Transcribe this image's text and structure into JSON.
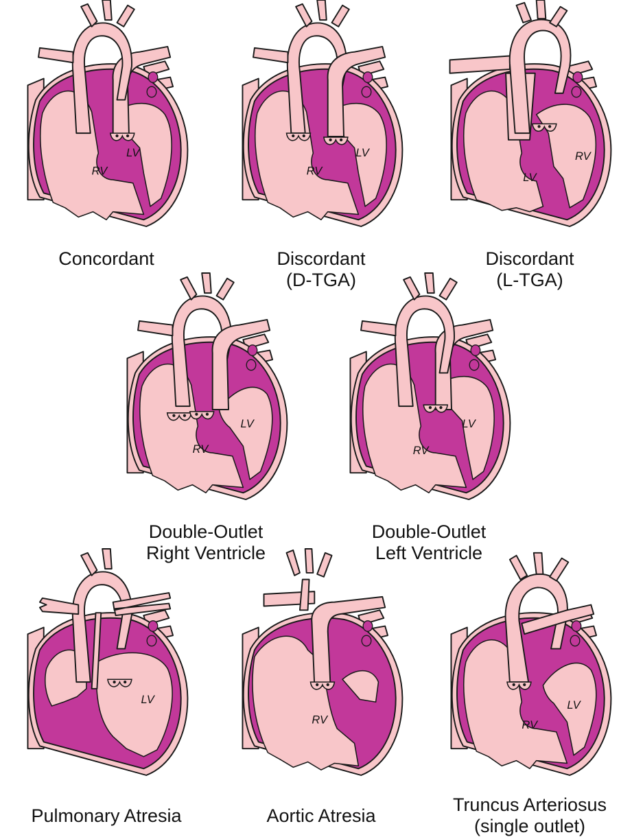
{
  "colors": {
    "wall": "#c2389a",
    "chamber": "#f8c6c9",
    "vessel": "#f8c6c9",
    "stroke": "#1a1a1a",
    "valve_hole": "#c2389a"
  },
  "panels": [
    {
      "id": "concordant",
      "variant": "concordant",
      "caption": [
        "Concordant"
      ],
      "labels": {
        "lv": "LV",
        "rv": "RV"
      }
    },
    {
      "id": "d-tga",
      "variant": "dtga",
      "caption": [
        "Discordant",
        "(D-TGA)"
      ],
      "labels": {
        "lv": "LV",
        "rv": "RV"
      }
    },
    {
      "id": "l-tga",
      "variant": "ltga",
      "caption": [
        "Discordant",
        "(L-TGA)"
      ],
      "labels": {
        "lv": "LV",
        "rv": "RV"
      }
    },
    {
      "id": "dorv",
      "variant": "dorv",
      "caption": [
        "Double-Outlet",
        "Right Ventricle"
      ],
      "labels": {
        "lv": "LV",
        "rv": "RV"
      }
    },
    {
      "id": "dolv",
      "variant": "dolv",
      "caption": [
        "Double-Outlet",
        "Left Ventricle"
      ],
      "labels": {
        "lv": "LV",
        "rv": "RV"
      }
    },
    {
      "id": "pulmonary-atresia",
      "variant": "pa",
      "caption": [
        "Pulmonary Atresia"
      ],
      "labels": {
        "lv": "LV"
      }
    },
    {
      "id": "aortic-atresia",
      "variant": "aa",
      "caption": [
        "Aortic Atresia"
      ],
      "labels": {
        "rv": "RV"
      }
    },
    {
      "id": "truncus-arteriosus",
      "variant": "truncus",
      "caption": [
        "Truncus Arteriosus",
        "(single outlet)"
      ],
      "labels": {
        "lv": "LV",
        "rv": "RV"
      }
    }
  ]
}
